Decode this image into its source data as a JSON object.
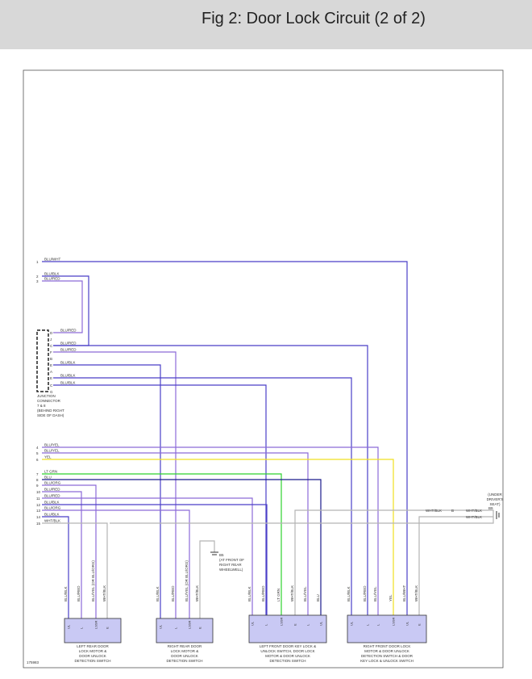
{
  "page": {
    "title": "Fig 2: Door Lock Circuit (2 of 2)"
  },
  "diagram": {
    "figure_number": "175983",
    "colors": {
      "blue": "#4a3fc8",
      "violet": "#8c6ad8",
      "green": "#2fd22f",
      "yellow": "#f0e020",
      "navy": "#1a1a8c",
      "gray": "#b4b4b4",
      "black": "#333333",
      "frame": "#555555",
      "component": "#c9c9f4"
    },
    "left_pins_top": [
      "1",
      "2",
      "3"
    ],
    "left_pins_bottom": [
      "4",
      "5",
      "6",
      "7",
      "8",
      "9",
      "10",
      "11",
      "12",
      "13",
      "14",
      "15"
    ],
    "wire_labels_top": [
      "BLU/WHT",
      "BLU/BLK",
      "BLU/RED"
    ],
    "wire_labels_bottom": [
      "BLU/YEL",
      "BLU/YEL",
      "YEL",
      "LT GRN",
      "BLU",
      "BLU/ORG",
      "BLU/RED",
      "BLU/RED",
      "BLU/BLK",
      "BLU/ORG",
      "BLU/BLK",
      "WHT/BLK"
    ],
    "junction_pins": [
      "D",
      "J",
      "C",
      "F",
      "B",
      "E",
      "A",
      "E",
      "C",
      "G"
    ],
    "junction_wire_labels": [
      "BLU/RED",
      "",
      "BLU/RED",
      "BLU/RED",
      "",
      "BLU/BLK",
      "",
      "BLU/BLK",
      "BLU/BLK",
      ""
    ],
    "junction_connector_label": [
      "JUNCTION",
      "CONNECTOR",
      "7 & 8",
      "(BEHIND RIGHT",
      "SIDE OF DASH)"
    ],
    "ground_b5": {
      "id": "B5",
      "label": [
        "(AT FRONT OF",
        "RIGHT REAR",
        "WHEELWELL)"
      ]
    },
    "ground_b9": {
      "id": "B9",
      "label": [
        "(UNDER",
        "DRIVER'S",
        "SEAT)"
      ],
      "wires": [
        "WHT/BLK",
        "WHT/BLK",
        "WHT/BLK"
      ],
      "pin": "B"
    },
    "components": [
      {
        "name": [
          "LEFT REAR DOOR",
          "LOCK MOTOR &",
          "DOOR UNLOCK",
          "DETECTION SWITCH"
        ],
        "wire_labels": [
          "BLU/BLK",
          "BLU/RED",
          "BLU/YEL (OR BLU/ORG)",
          "WHT/BLK"
        ],
        "pins": [
          "UL",
          "L",
          "LSSR",
          "E"
        ]
      },
      {
        "name": [
          "RIGHT REAR DOOR",
          "LOCK MOTOR &",
          "DOOR UNLOCK",
          "DETECTION SWITCH"
        ],
        "wire_labels": [
          "BLU/BLK",
          "BLU/RED",
          "BLU/YEL (OR BLU/ORG)",
          "WHT/BLK"
        ],
        "pins": [
          "UL",
          "L",
          "LSSR",
          "E"
        ]
      },
      {
        "name": [
          "LEFT FRONT DOOR KEY LOCK &",
          "UNLOCK SWITCH, DOOR LOCK",
          "MOTOR & DOOR UNLOCK",
          "DETECTION SWITCH"
        ],
        "wire_labels": [
          "BLU/BLK",
          "BLU/RED",
          "LT GRN",
          "WHT/BLK",
          "BLU/YEL",
          "BLU"
        ],
        "pins": [
          "UL",
          "L",
          "LSSR",
          "E",
          "L",
          "UL"
        ]
      },
      {
        "name": [
          "RIGHT FRONT DOOR LOCK",
          "MOTOR & DOOR UNLOCK",
          "DETECTION SWITCH & DOOR",
          "KEY LOCK & UNLOCK SWITCH"
        ],
        "wire_labels": [
          "BLU/BLK",
          "BLU/RED",
          "BLU/YEL",
          "YEL",
          "BLU/WHT",
          "WHT/BLK"
        ],
        "pins": [
          "UL",
          "L",
          "L",
          "LSSR",
          "UL",
          "E"
        ]
      }
    ]
  }
}
